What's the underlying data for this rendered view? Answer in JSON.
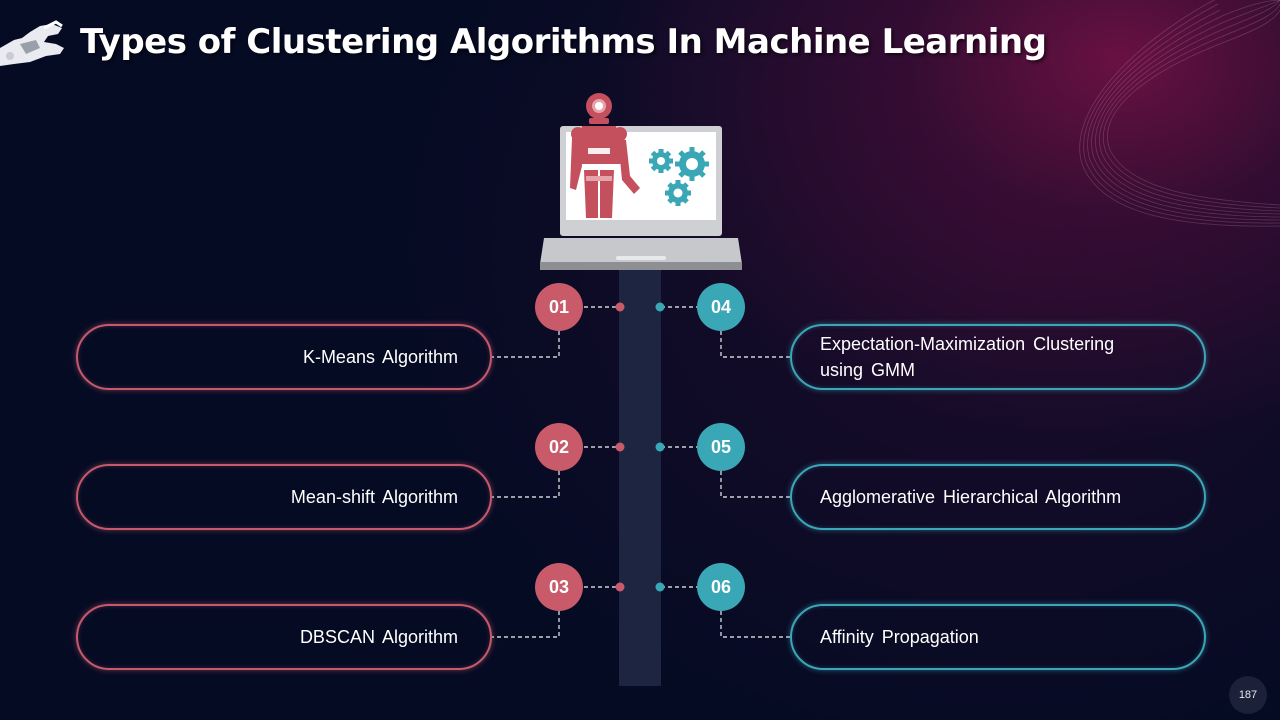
{
  "slide": {
    "title": "Types of Clustering Algorithms In Machine Learning",
    "page_number": "187"
  },
  "colors": {
    "background": "#060b24",
    "left_accent": "#c85a6a",
    "right_accent": "#3aa7b6"
  },
  "items": [
    {
      "number": "01",
      "label": "K-Means Algorithm"
    },
    {
      "number": "02",
      "label": "Mean-shift Algorithm"
    },
    {
      "number": "03",
      "label": "DBSCAN Algorithm"
    },
    {
      "number": "04",
      "label": "Expectation-Maximization Clustering using GMM"
    },
    {
      "number": "05",
      "label": "Agglomerative Hierarchical Algorithm"
    },
    {
      "number": "06",
      "label": "Affinity Propagation"
    }
  ],
  "icons": [
    "robot-hand-icon",
    "laptop-robot-icon",
    "gears-icon"
  ]
}
